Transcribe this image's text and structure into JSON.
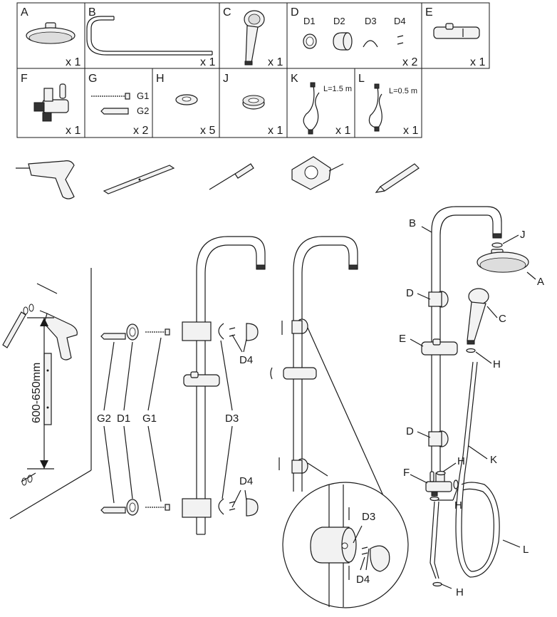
{
  "parts_row1": [
    {
      "id": "A",
      "qty": "x 1",
      "icon": "rain-shower-head-icon"
    },
    {
      "id": "B",
      "qty": "x 1",
      "icon": "riser-pipe-icon"
    },
    {
      "id": "C",
      "qty": "x 1",
      "icon": "hand-shower-icon"
    },
    {
      "id": "D",
      "qty": "x 2",
      "icon": "bracket-set-icon",
      "subparts": [
        "D1",
        "D2",
        "D3",
        "D4"
      ]
    },
    {
      "id": "E",
      "qty": "x 1",
      "icon": "slide-holder-icon"
    }
  ],
  "parts_row2": [
    {
      "id": "F",
      "qty": "x 1",
      "icon": "diverter-valve-icon"
    },
    {
      "id": "G",
      "qty": "x 2",
      "icon": "screw-and-anchor-icon",
      "subparts": [
        "G1",
        "G2"
      ]
    },
    {
      "id": "H",
      "qty": "x 5",
      "icon": "washer-icon"
    },
    {
      "id": "J",
      "qty": "x 1",
      "icon": "ring-seal-icon"
    },
    {
      "id": "K",
      "qty": "x 1",
      "icon": "hose-icon",
      "length": "L=1.5 m"
    },
    {
      "id": "L",
      "qty": "x 1",
      "icon": "short-hose-icon",
      "length": "L=0.5 m"
    }
  ],
  "tools": [
    "drill-icon",
    "spirit-level-icon",
    "screwdriver-icon",
    "tape-measure-icon",
    "pencil-icon"
  ],
  "wall_step": {
    "dimension": "600-650mm"
  },
  "exploded_labels": {
    "g2": "G2",
    "d1": "D1",
    "g1": "G1",
    "d3": "D3",
    "d4_top": "D4",
    "d4_bottom": "D4"
  },
  "detail_labels": {
    "d3": "D3",
    "d4": "D4"
  },
  "assembly_labels": {
    "b": "B",
    "j": "J",
    "a": "A",
    "d_top": "D",
    "c": "C",
    "e": "E",
    "h1": "H",
    "d_bottom": "D",
    "k": "K",
    "h2": "H",
    "f": "F",
    "h3": "H",
    "l": "L",
    "h4": "H"
  }
}
